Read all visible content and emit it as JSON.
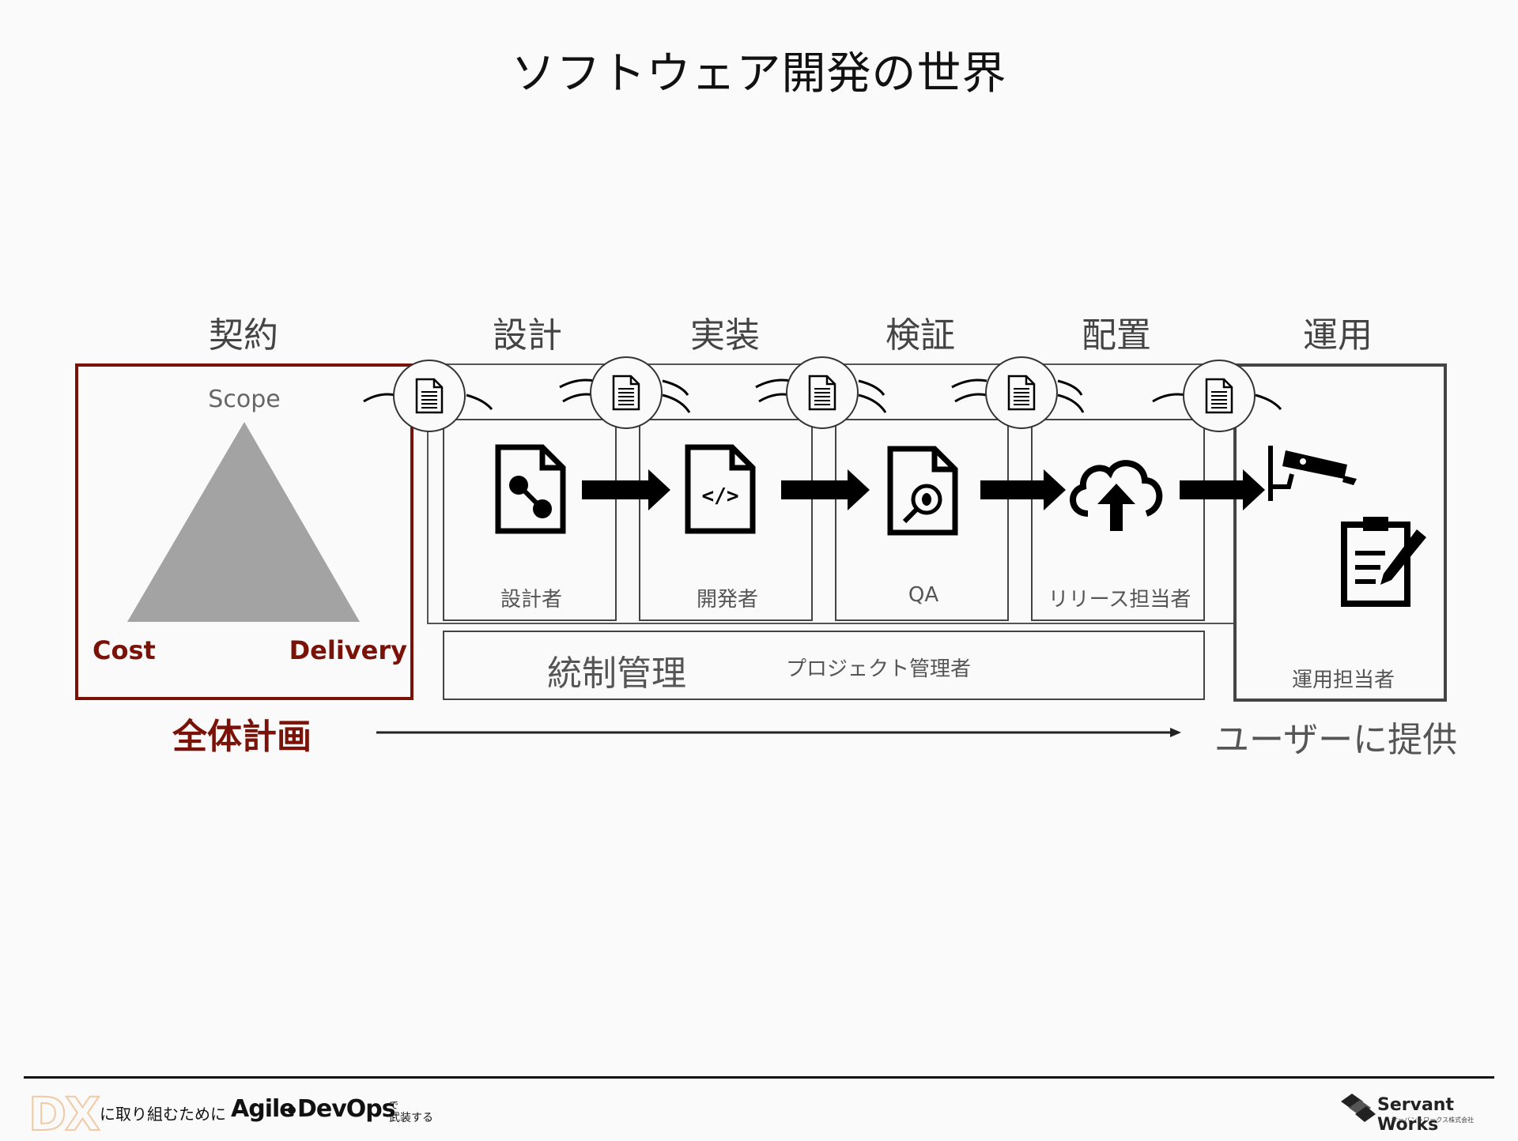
{
  "title": "ソフトウェア開発の世界",
  "phases": {
    "contract": "契約",
    "design": "設計",
    "implementation": "実装",
    "verification": "検証",
    "deployment": "配置",
    "operation": "運用"
  },
  "triangle": {
    "scope": "Scope",
    "cost": "Cost",
    "delivery": "Delivery"
  },
  "overall_plan": "全体計画",
  "roles": {
    "designer": "設計者",
    "developer": "開発者",
    "qa": "QA",
    "release": "リリース担当者",
    "operator": "運用担当者"
  },
  "governance": {
    "label": "統制管理",
    "role": "プロジェクト管理者"
  },
  "deliver_to_user": "ユーザーに提供",
  "footer": {
    "left_mark": "DX",
    "left_text": "に取り組むために",
    "agile": "Agile",
    "devops": "DevOps",
    "suffix_small_1": "で",
    "suffix_small_2": "武装する",
    "brand": "Servant Works",
    "brand_sub": "サーバントワークス株式会社"
  },
  "colors": {
    "accent_red": "#7a1208",
    "triangle_gray": "#a3a3a3",
    "box_border": "#444444"
  }
}
